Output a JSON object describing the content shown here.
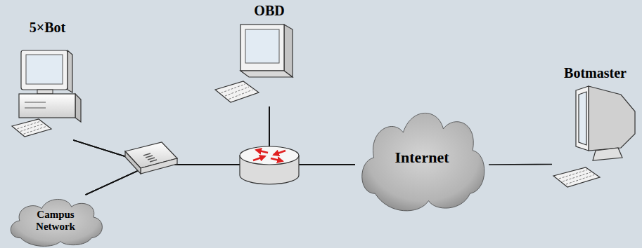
{
  "diagram": {
    "nodes": [
      {
        "text": [
          "5×Bot"
        ]
      },
      {
        "text": [
          "OBD"
        ]
      },
      {
        "text": [
          "Internet"
        ]
      },
      {
        "text": [
          "Botmaster"
        ]
      },
      {
        "text": [
          "Campus Network"
        ]
      }
    ],
    "edges": [
      {
        "from": 0,
        "to": 4,
        "arrow": "none"
      },
      {
        "from": 0,
        "to": 1,
        "arrow": "none"
      },
      {
        "from": 0,
        "to": 2,
        "arrow": "none"
      },
      {
        "from": 4,
        "to": 1,
        "arrow": "none"
      },
      {
        "from": 4,
        "to": 2,
        "arrow": "none"
      },
      {
        "from": 1,
        "to": 2,
        "arrow": "none"
      },
      {
        "from": 2,
        "to": 3,
        "arrow": "none"
      }
    ]
  }
}
